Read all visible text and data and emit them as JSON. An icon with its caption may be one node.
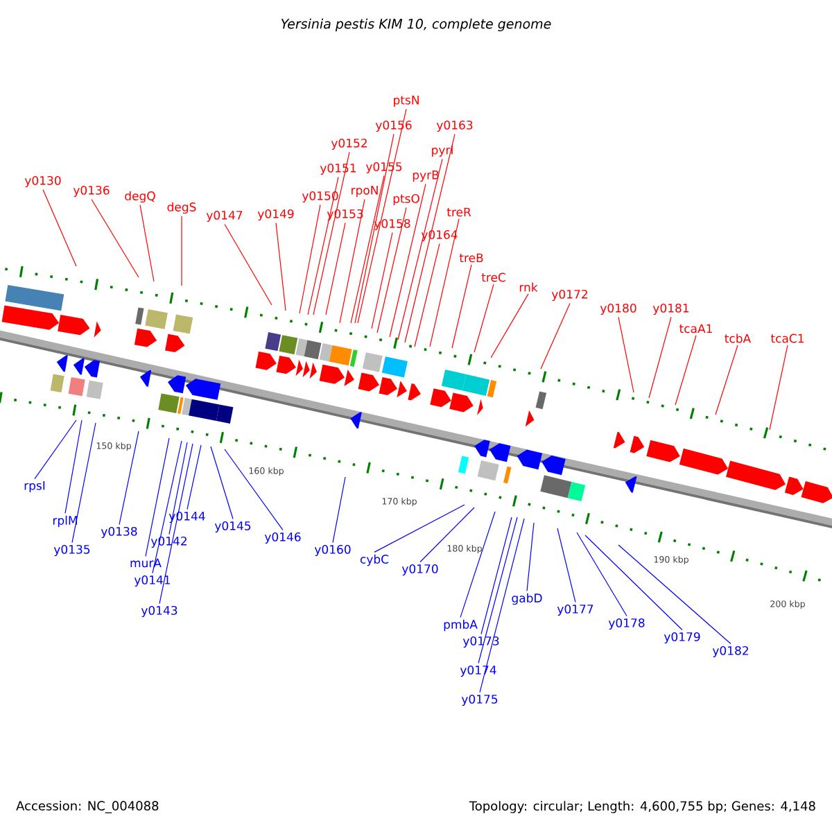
{
  "diagram": {
    "title": "*Yersinia pestis* KIM 10, complete genome",
    "nodes": [
      {
        "text": [
          "y0130"
        ]
      },
      {
        "text": [
          "y0136"
        ]
      },
      {
        "text": [
          "degQ"
        ]
      },
      {
        "text": [
          "degS"
        ]
      },
      {
        "text": [
          "y0147"
        ]
      },
      {
        "text": [
          "y0149"
        ]
      },
      {
        "text": [
          "y0150"
        ]
      },
      {
        "text": [
          "y0151"
        ]
      },
      {
        "text": [
          "y0152"
        ]
      },
      {
        "text": [
          "y0153"
        ]
      },
      {
        "text": [
          "rpoN"
        ]
      },
      {
        "text": [
          "y0155"
        ]
      },
      {
        "text": [
          "y0156"
        ]
      },
      {
        "text": [
          "ptsN"
        ]
      },
      {
        "text": [
          "y0158"
        ]
      },
      {
        "text": [
          "ptsO"
        ]
      },
      {
        "text": [
          "pyrB"
        ]
      },
      {
        "text": [
          "pyrI"
        ]
      },
      {
        "text": [
          "y0163"
        ]
      },
      {
        "text": [
          "y0164"
        ]
      },
      {
        "text": [
          "treR"
        ]
      },
      {
        "text": [
          "treB"
        ]
      },
      {
        "text": [
          "treC"
        ]
      },
      {
        "text": [
          "rnk"
        ]
      },
      {
        "text": [
          "y0172"
        ]
      },
      {
        "text": [
          "y0180"
        ]
      },
      {
        "text": [
          "y0181"
        ]
      },
      {
        "text": [
          "tcaA1"
        ]
      },
      {
        "text": [
          "tcbA"
        ]
      },
      {
        "text": [
          "tcaC1"
        ]
      },
      {
        "text": [
          "rpsI"
        ]
      },
      {
        "text": [
          "rplM"
        ]
      },
      {
        "text": [
          "y0135"
        ]
      },
      {
        "text": [
          "y0138"
        ]
      },
      {
        "text": [
          "murA"
        ]
      },
      {
        "text": [
          "y0141"
        ]
      },
      {
        "text": [
          "y0142"
        ]
      },
      {
        "text": [
          "y0143"
        ]
      },
      {
        "text": [
          "y0144"
        ]
      },
      {
        "text": [
          "y0145"
        ]
      },
      {
        "text": [
          "y0146"
        ]
      },
      {
        "text": [
          "y0160"
        ]
      },
      {
        "text": [
          "cybC"
        ]
      },
      {
        "text": [
          "y0170"
        ]
      },
      {
        "text": [
          "pmbA"
        ]
      },
      {
        "text": [
          "y0173"
        ]
      },
      {
        "text": [
          "y0174"
        ]
      },
      {
        "text": [
          "y0175"
        ]
      },
      {
        "text": [
          "gabD"
        ]
      },
      {
        "text": [
          "y0177"
        ]
      },
      {
        "text": [
          "y0178"
        ]
      },
      {
        "text": [
          "y0179"
        ]
      },
      {
        "text": [
          "y0182"
        ]
      }
    ],
    "edges": [
      {
        "from": 0,
        "to": null,
        "arrow": "none"
      },
      {
        "from": 1,
        "to": null,
        "arrow": "none"
      },
      {
        "from": 2,
        "to": null,
        "arrow": "none"
      },
      {
        "from": 3,
        "to": null,
        "arrow": "none"
      },
      {
        "from": 4,
        "to": null,
        "arrow": "none"
      },
      {
        "from": 5,
        "to": null,
        "arrow": "none"
      },
      {
        "from": 6,
        "to": null,
        "arrow": "none"
      },
      {
        "from": 7,
        "to": null,
        "arrow": "none"
      },
      {
        "from": 8,
        "to": null,
        "arrow": "none"
      },
      {
        "from": 9,
        "to": null,
        "arrow": "none"
      },
      {
        "from": 10,
        "to": null,
        "arrow": "none"
      },
      {
        "from": 11,
        "to": null,
        "arrow": "none"
      },
      {
        "from": 12,
        "to": null,
        "arrow": "none"
      },
      {
        "from": 13,
        "to": null,
        "arrow": "none"
      },
      {
        "from": 14,
        "to": null,
        "arrow": "none"
      },
      {
        "from": 15,
        "to": null,
        "arrow": "none"
      },
      {
        "from": 16,
        "to": null,
        "arrow": "none"
      },
      {
        "from": 17,
        "to": null,
        "arrow": "none"
      },
      {
        "from": 18,
        "to": null,
        "arrow": "none"
      },
      {
        "from": 19,
        "to": null,
        "arrow": "none"
      },
      {
        "from": 20,
        "to": null,
        "arrow": "none"
      },
      {
        "from": 21,
        "to": null,
        "arrow": "none"
      },
      {
        "from": 22,
        "to": null,
        "arrow": "none"
      },
      {
        "from": 23,
        "to": null,
        "arrow": "none"
      },
      {
        "from": 24,
        "to": null,
        "arrow": "none"
      },
      {
        "from": 25,
        "to": null,
        "arrow": "none"
      },
      {
        "from": 26,
        "to": null,
        "arrow": "none"
      },
      {
        "from": 27,
        "to": null,
        "arrow": "none"
      },
      {
        "from": 28,
        "to": null,
        "arrow": "none"
      },
      {
        "from": 29,
        "to": null,
        "arrow": "none"
      },
      {
        "from": 30,
        "to": null,
        "arrow": "none",
        "color": "#0000ff"
      },
      {
        "from": 31,
        "to": null,
        "arrow": "none",
        "color": "#0000ff"
      },
      {
        "from": 32,
        "to": null,
        "arrow": "none",
        "color": "#0000ff"
      },
      {
        "from": 33,
        "to": null,
        "arrow": "none",
        "color": "#0000ff"
      },
      {
        "from": 34,
        "to": null,
        "arrow": "none",
        "color": "#0000ff"
      },
      {
        "from": 35,
        "to": null,
        "arrow": "none",
        "color": "#0000ff"
      },
      {
        "from": 36,
        "to": null,
        "arrow": "none",
        "color": "#0000ff"
      },
      {
        "from": 37,
        "to": null,
        "arrow": "none",
        "color": "#0000ff"
      },
      {
        "from": 38,
        "to": null,
        "arrow": "none",
        "color": "#0000ff"
      },
      {
        "from": 39,
        "to": null,
        "arrow": "none",
        "color": "#0000ff"
      },
      {
        "from": 40,
        "to": null,
        "arrow": "none",
        "color": "#0000ff"
      },
      {
        "from": 41,
        "to": null,
        "arrow": "none",
        "color": "#0000ff"
      },
      {
        "from": 42,
        "to": null,
        "arrow": "none",
        "color": "#0000ff"
      },
      {
        "from": 43,
        "to": null,
        "arrow": "none",
        "color": "#0000ff"
      },
      {
        "from": 44,
        "to": null,
        "arrow": "none",
        "color": "#0000ff"
      },
      {
        "from": 45,
        "to": null,
        "arrow": "none",
        "color": "#0000ff"
      },
      {
        "from": 46,
        "to": null,
        "arrow": "none",
        "color": "#0000ff"
      },
      {
        "from": 47,
        "to": null,
        "arrow": "none",
        "color": "#0000ff"
      },
      {
        "from": 48,
        "to": null,
        "arrow": "none",
        "color": "#0000ff"
      },
      {
        "from": 49,
        "to": null,
        "arrow": "none",
        "color": "#0000ff"
      },
      {
        "from": 50,
        "to": null,
        "arrow": "none",
        "color": "#0000ff"
      },
      {
        "from": 51,
        "to": null,
        "arrow": "none",
        "color": "#0000ff"
      },
      {
        "from": 52,
        "to": null,
        "arrow": "none",
        "color": "#0000ff"
      }
    ],
    "labels": [
      "150 kbp",
      "160 kbp",
      "170 kbp",
      "180 kbp",
      "190 kbp",
      "200 kbp",
      "Accession: NC_004088",
      "Topology: circular; Length: 4,600,755 bp; Genes: 4,148"
    ]
  }
}
